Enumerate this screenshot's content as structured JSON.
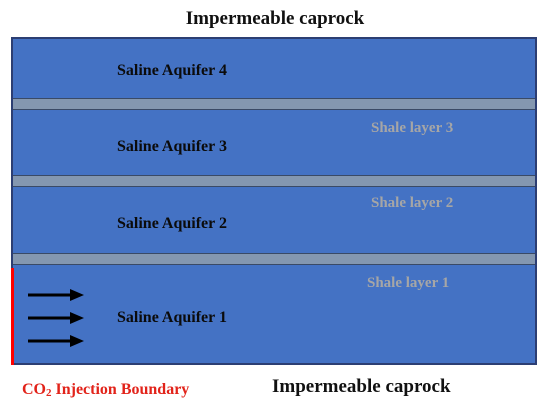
{
  "caprock_top": "Impermeable caprock",
  "caprock_bottom": "Impermeable caprock",
  "aquifers": [
    "Saline Aquifer 4",
    "Saline Aquifer 3",
    "Saline Aquifer 2",
    "Saline Aquifer 1"
  ],
  "shale_layers": [
    "Shale layer 3",
    "Shale layer 2",
    "Shale layer 1"
  ],
  "injection": {
    "prefix": "CO",
    "subscript": "2",
    "suffix": " Injection Boundary"
  },
  "colors": {
    "aquifer": "#4472c4",
    "shale": "#8497b0",
    "injection_boundary": "#ff0000",
    "injection_label": "#e2231a",
    "arrow": "#000000"
  },
  "arrow_count": 3
}
